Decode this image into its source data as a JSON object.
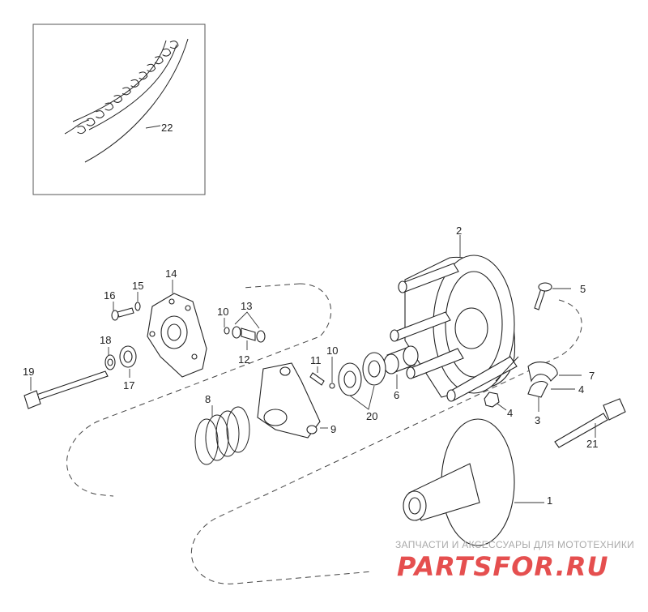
{
  "callouts": [
    {
      "id": "c22",
      "text": "22"
    },
    {
      "id": "c2",
      "text": "2"
    },
    {
      "id": "c14",
      "text": "14"
    },
    {
      "id": "c16",
      "text": "16"
    },
    {
      "id": "c15",
      "text": "15"
    },
    {
      "id": "c13",
      "text": "13"
    },
    {
      "id": "c10a",
      "text": "10"
    },
    {
      "id": "c5",
      "text": "5"
    },
    {
      "id": "c18",
      "text": "18"
    },
    {
      "id": "c12",
      "text": "12"
    },
    {
      "id": "c11",
      "text": "11"
    },
    {
      "id": "c10b",
      "text": "10"
    },
    {
      "id": "c19",
      "text": "19"
    },
    {
      "id": "c17",
      "text": "17"
    },
    {
      "id": "c7",
      "text": "7"
    },
    {
      "id": "c4a",
      "text": "4"
    },
    {
      "id": "c3",
      "text": "3"
    },
    {
      "id": "c4b",
      "text": "4"
    },
    {
      "id": "c6",
      "text": "6"
    },
    {
      "id": "c20",
      "text": "20"
    },
    {
      "id": "c8",
      "text": "8"
    },
    {
      "id": "c9",
      "text": "9"
    },
    {
      "id": "c21",
      "text": "21"
    },
    {
      "id": "c1",
      "text": "1"
    }
  ],
  "watermark": {
    "caption": "ЗАПЧАСТИ И АКСЕССУАРЫ ДЛЯ МОТОТЕХНИКИ",
    "logo_text": "PARTSFOR.RU",
    "logo_color": "#e03030"
  }
}
